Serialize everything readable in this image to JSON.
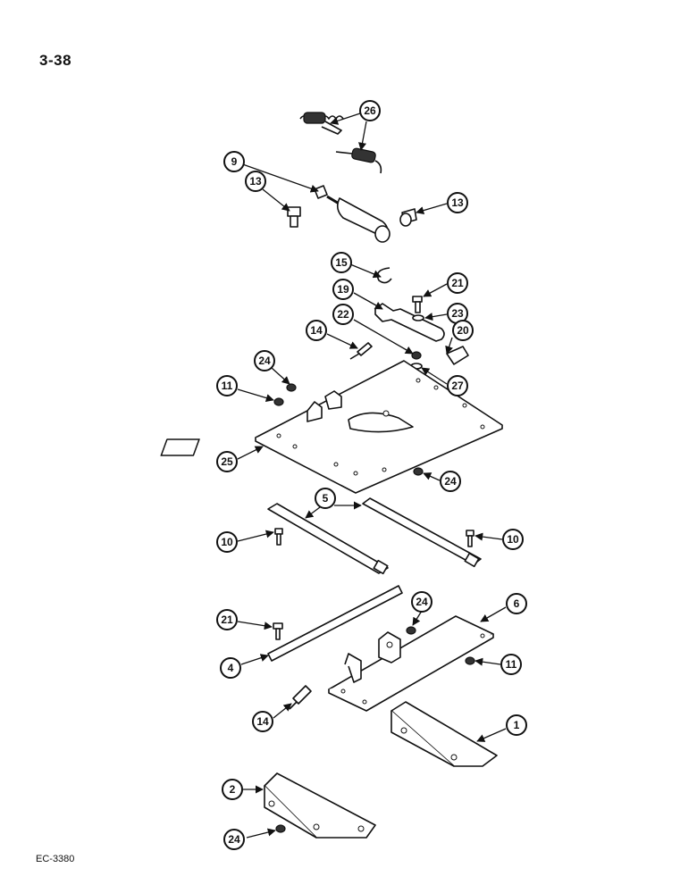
{
  "page_number": "3-38",
  "drawing_code": "EC-3380",
  "callouts": [
    "26",
    "9",
    "13",
    "13",
    "15",
    "21",
    "19",
    "23",
    "22",
    "14",
    "20",
    "24",
    "27",
    "11",
    "25",
    "24",
    "5",
    "10",
    "10",
    "21",
    "24",
    "6",
    "4",
    "11",
    "14",
    "1",
    "2",
    "24"
  ]
}
